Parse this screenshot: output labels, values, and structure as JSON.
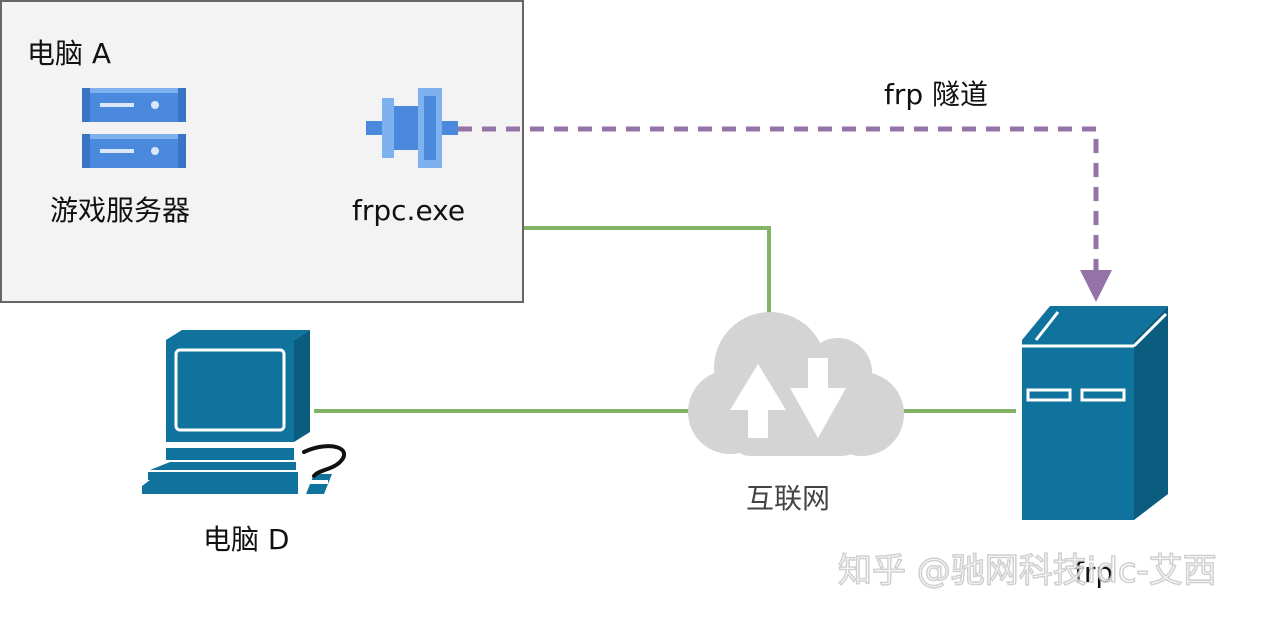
{
  "nodes": {
    "computer_a": {
      "label": "电脑 A"
    },
    "game_server": {
      "label": "游戏服务器"
    },
    "frpc": {
      "label": "frpc.exe"
    },
    "tunnel": {
      "label": "frp 隧道"
    },
    "internet": {
      "label": "互联网"
    },
    "computer_d": {
      "label": "电脑 D"
    },
    "frp_server": {
      "label": "frp"
    }
  },
  "watermark": "知乎 @驰网科技idc-艾西",
  "colors": {
    "box_fill": "#f3f3f3",
    "box_border": "#666666",
    "link_green": "#82b366",
    "tunnel_purple": "#9673a6",
    "server_blue": "#10739e",
    "google_blue": "#4a89dc",
    "cloud_gray": "#d4d4d4"
  },
  "icons": [
    "server-rack-icon",
    "frpc-adapter-icon",
    "cloud-icon",
    "desktop-computer-icon",
    "tower-server-icon"
  ]
}
